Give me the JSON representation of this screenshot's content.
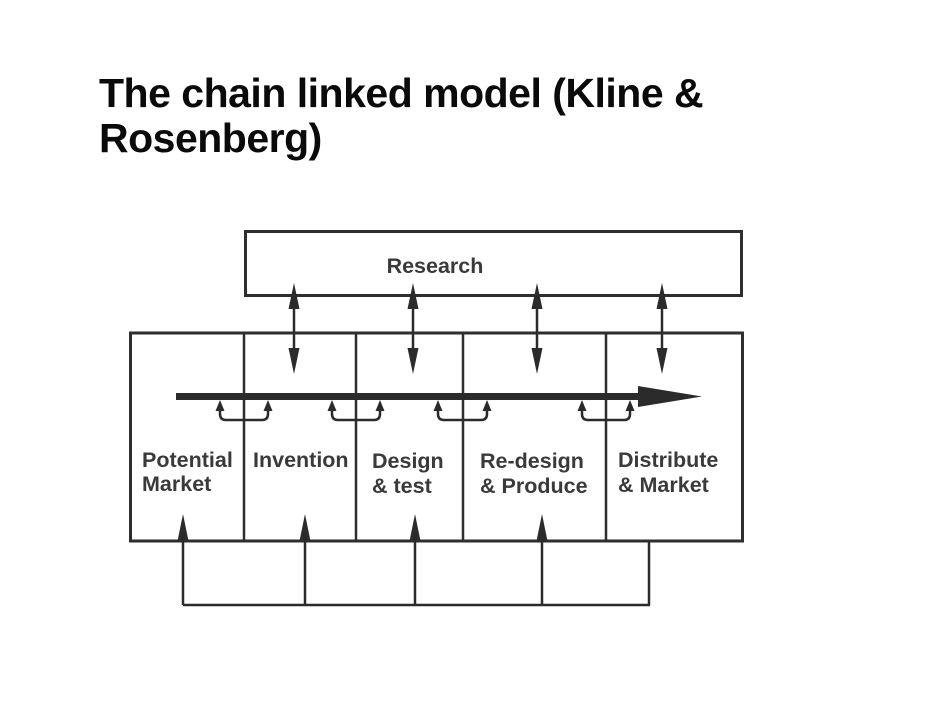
{
  "slide": {
    "title": "The chain linked model (Kline &\nRosenberg)"
  },
  "diagram": {
    "research_box": {
      "label": "Research"
    },
    "stages": [
      {
        "line1": "Potential",
        "line2": "Market"
      },
      {
        "line1": "Invention",
        "line2": ""
      },
      {
        "line1": "Design",
        "line2": "& test"
      },
      {
        "line1": "Re-design",
        "line2": "& Produce"
      },
      {
        "line1": "Distribute",
        "line2": "& Market"
      }
    ],
    "colors": {
      "line": "#2e2e2e",
      "arrow": "#2b2b2b",
      "label_text": "#3a3a3a",
      "title_text": "#0a0a0a",
      "background": "#ffffff"
    }
  }
}
